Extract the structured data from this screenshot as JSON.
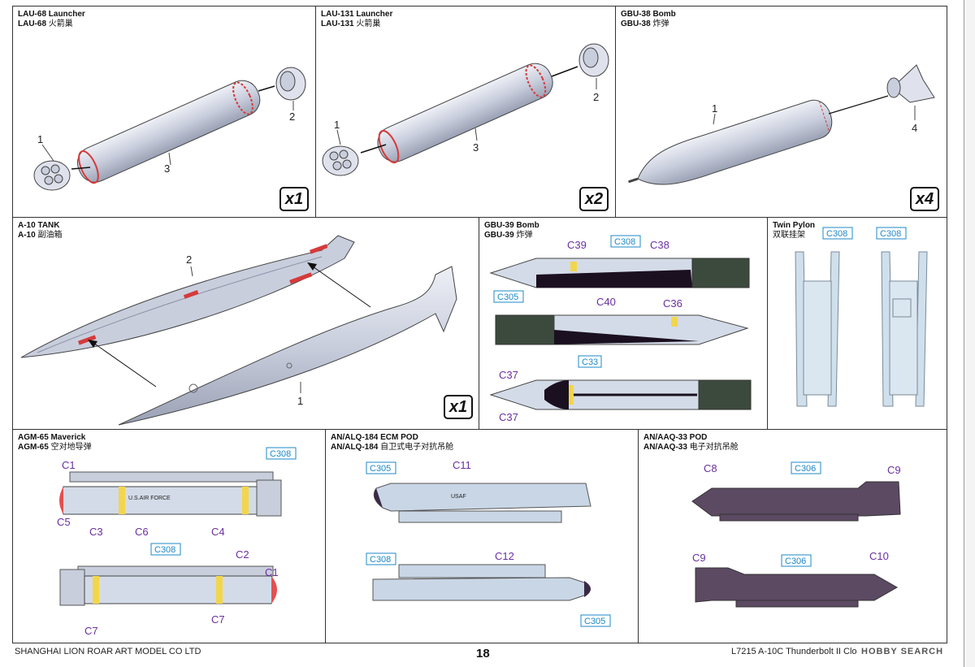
{
  "panels": {
    "lau68": {
      "title": "LAU-68 Launcher",
      "sub_code": "LAU-68",
      "sub_cn": "火箭巢",
      "qty": "x1",
      "parts": [
        "1",
        "2",
        "3"
      ]
    },
    "lau131": {
      "title": "LAU-131 Launcher",
      "sub_code": "LAU-131",
      "sub_cn": "火箭巢",
      "qty": "x2",
      "parts": [
        "1",
        "2",
        "3"
      ]
    },
    "gbu38": {
      "title": "GBU-38 Bomb",
      "sub_code": "GBU-38",
      "sub_cn": "炸弹",
      "qty": "x4",
      "parts": [
        "1",
        "4"
      ]
    },
    "tank": {
      "title": "A-10 TANK",
      "sub_code": "A-10",
      "sub_cn": "副油箱",
      "qty": "x1",
      "parts": [
        "2",
        "1"
      ]
    },
    "gbu39": {
      "title": "GBU-39 Bomb",
      "sub_code": "GBU-39",
      "sub_cn": "炸弹",
      "callouts": [
        "C39",
        "C38",
        "C40",
        "C36",
        "C37",
        "C37"
      ],
      "decals": [
        "C308",
        "C305",
        "C33"
      ]
    },
    "pylon": {
      "title": "Twin Pylon",
      "sub_cn": "双联挂架",
      "decals": [
        "C308",
        "C308"
      ]
    },
    "agm65": {
      "title": "AGM-65 Maverick",
      "sub_code": "AGM-65",
      "sub_cn": "空对地导弹",
      "callouts": [
        "C1",
        "C5",
        "C3",
        "C6",
        "C4",
        "C2",
        "C1",
        "C7",
        "C7"
      ],
      "decals": [
        "C308",
        "C308"
      ],
      "marking": "U.S.AIR FORCE"
    },
    "alq184": {
      "title": "AN/ALQ-184 ECM POD",
      "sub_code": "AN/ALQ-184",
      "sub_cn": "自卫式电子对抗吊舱",
      "callouts": [
        "C11",
        "C12"
      ],
      "decals": [
        "C305",
        "C308",
        "C305"
      ],
      "marking": "USAF"
    },
    "aaq33": {
      "title": "AN/AAQ-33 POD",
      "sub_code": "AN/AAQ-33",
      "sub_cn": "电子对抗吊舱",
      "callouts": [
        "C8",
        "C9",
        "C9",
        "C10"
      ],
      "decals": [
        "C306",
        "C306"
      ]
    }
  },
  "footer": {
    "company": "SHANGHAI LION ROAR ART MODEL CO LTD",
    "page": "18",
    "product": "L7215 A-10C Thunderbolt II Clo",
    "watermark": "HOBBY SEARCH"
  },
  "colors": {
    "part_gray": "#c9cedd",
    "callout_purple": "#6a2fa0",
    "decal_blue": "#1e88c8",
    "pod_purple": "#5c4a63",
    "stripe_yellow": "#f2d64a",
    "accent_red": "#d63a3a"
  }
}
